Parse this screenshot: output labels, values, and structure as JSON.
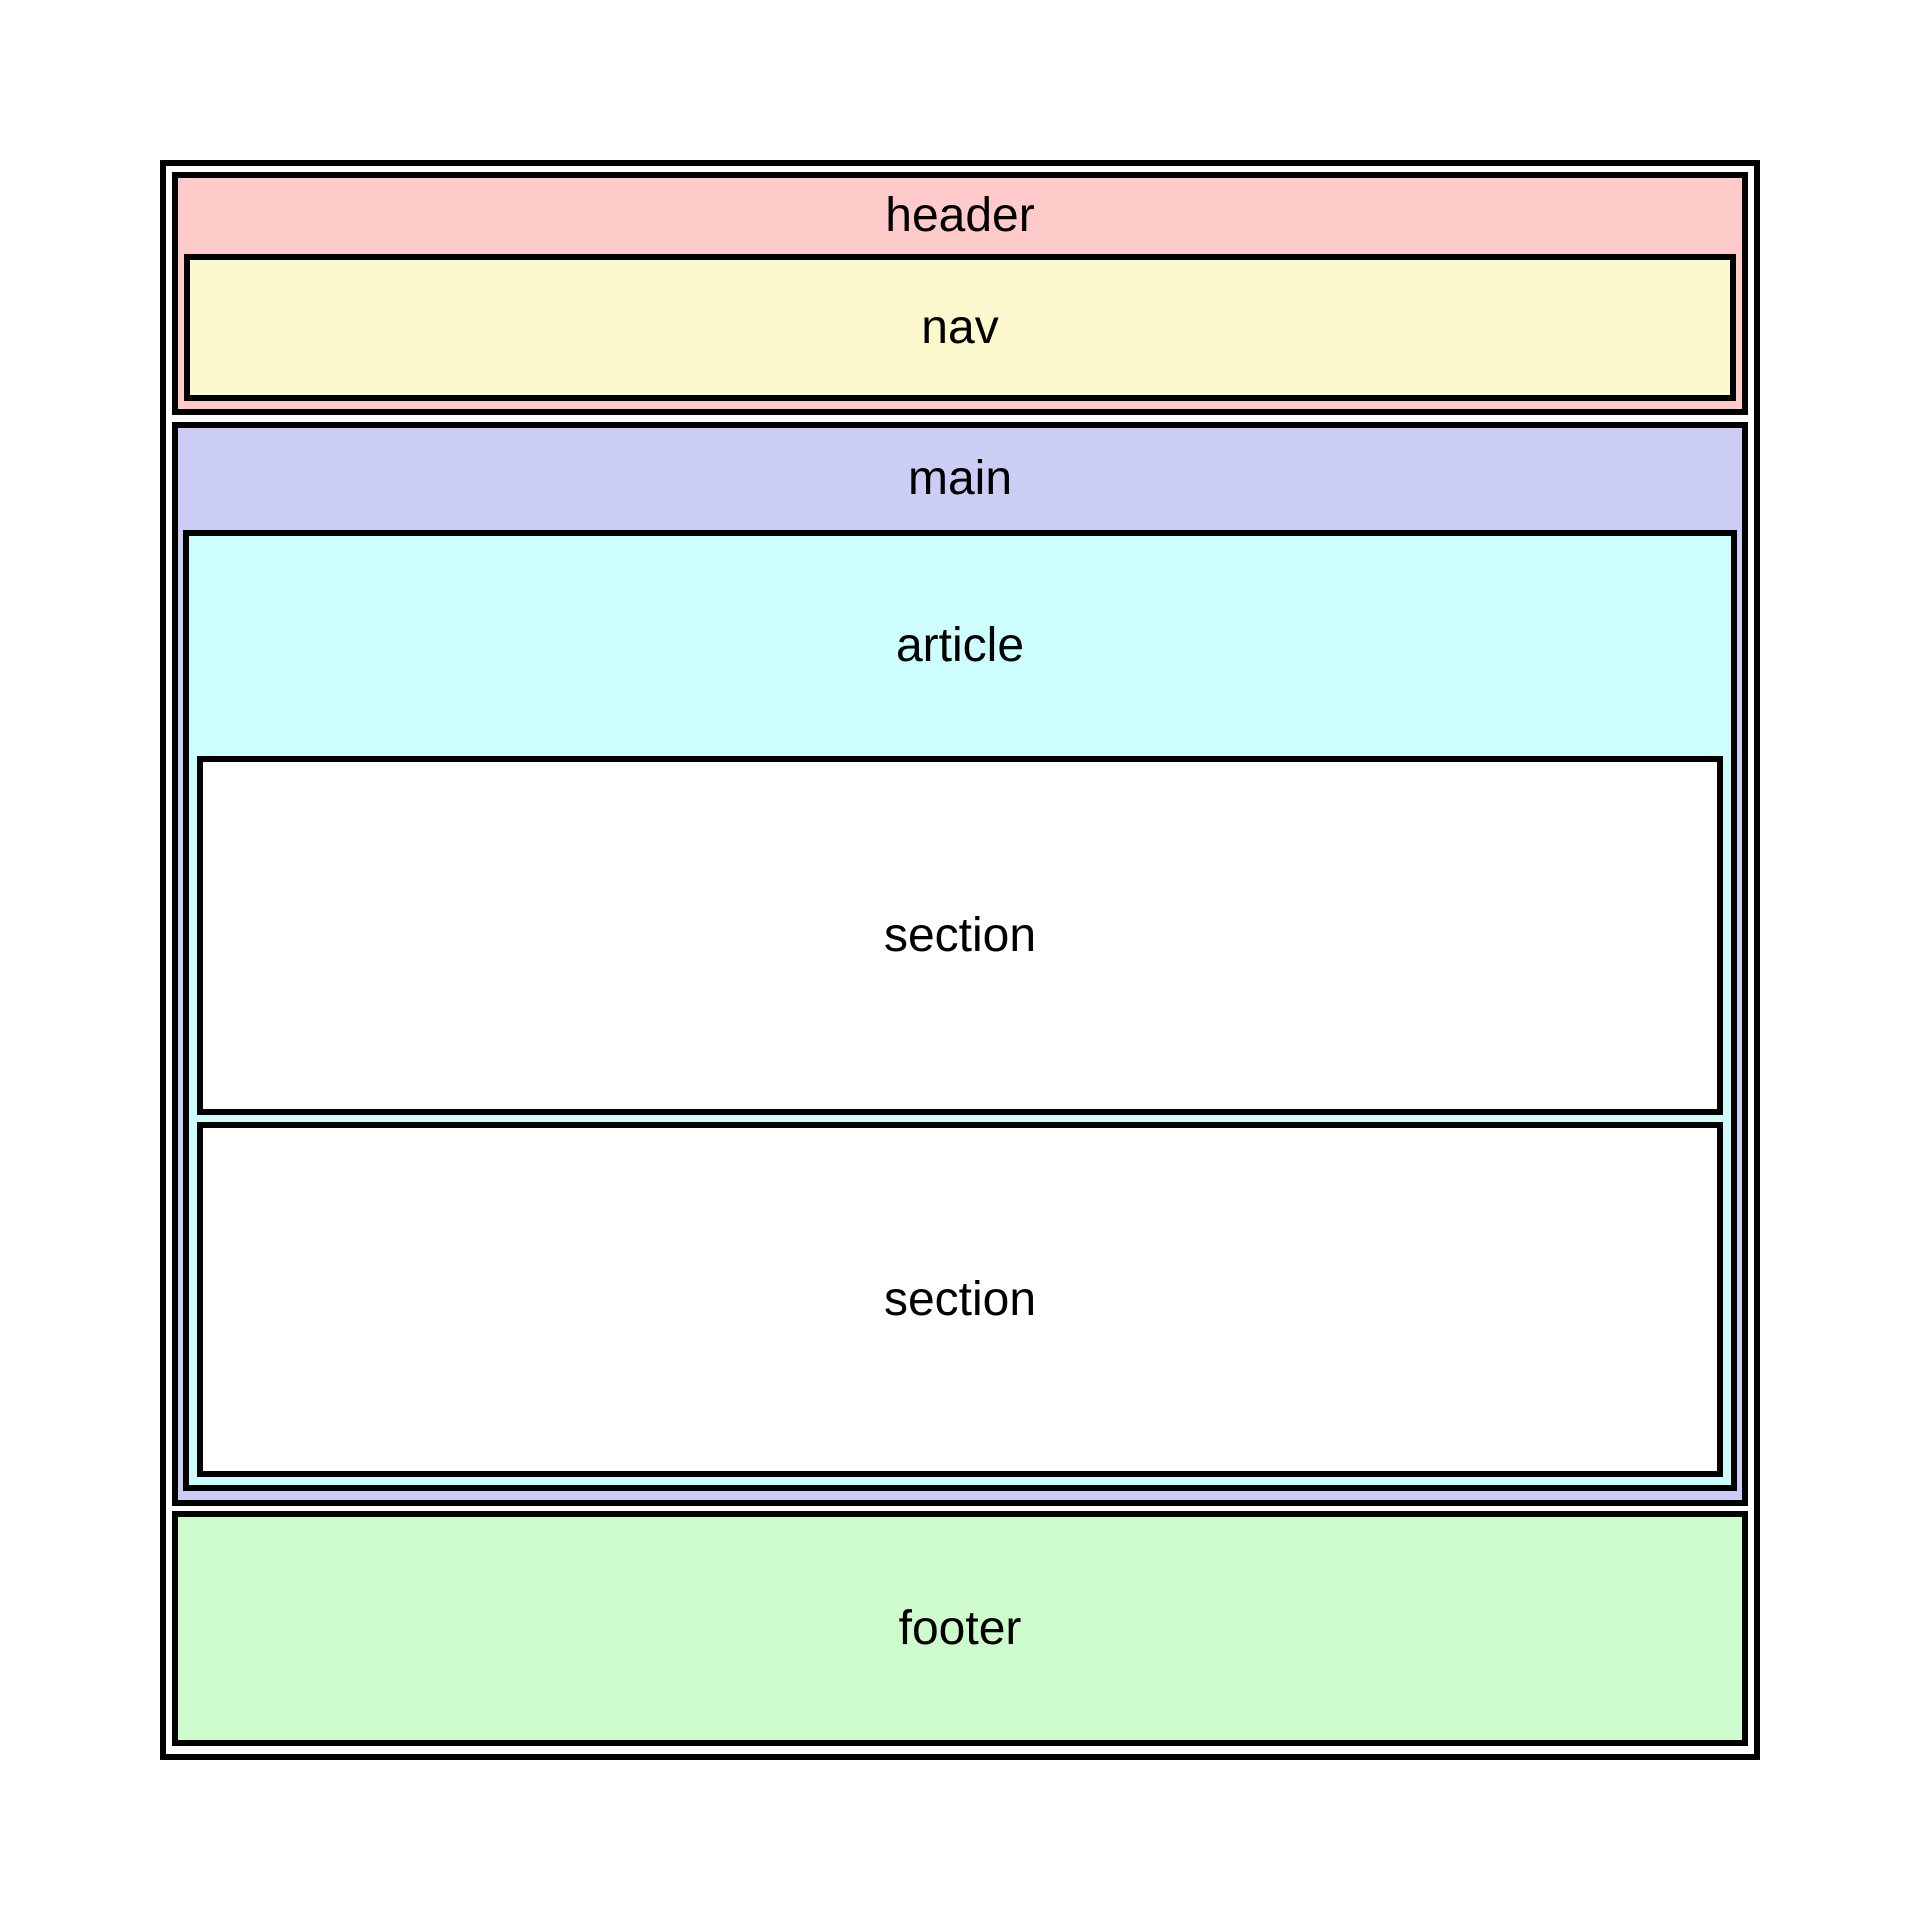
{
  "boxes": {
    "header": {
      "label": "header",
      "bg": "#ffcaca"
    },
    "nav": {
      "label": "nav",
      "bg": "#fbf9cd"
    },
    "main": {
      "label": "main",
      "bg": "#cccdf4"
    },
    "article": {
      "label": "article",
      "bg": "#cdfdfd"
    },
    "sections": [
      {
        "label": "section",
        "bg": "#ffffff"
      },
      {
        "label": "section",
        "bg": "#ffffff"
      }
    ],
    "footer": {
      "label": "footer",
      "bg": "#cdfbcd"
    }
  },
  "colors": {
    "border": "#000000",
    "page_background": "#ffffff"
  }
}
